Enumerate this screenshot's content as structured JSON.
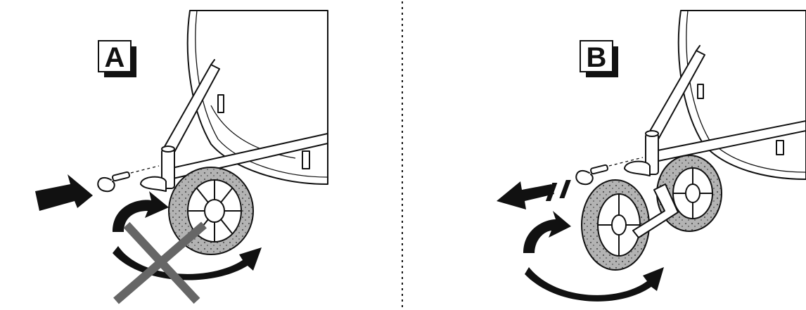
{
  "panels": [
    {
      "label": "A",
      "status": "incorrect"
    },
    {
      "label": "B",
      "status": "correct"
    }
  ],
  "colors": {
    "line": "#111111",
    "background": "#ffffff",
    "wheel_tread": "#9a9a9a",
    "cross_mark": "#666666"
  },
  "icons": [
    "insert-arrow-icon",
    "remove-arrow-icon",
    "rotate-arrow-icon",
    "cross-mark-icon",
    "wheel-icon",
    "pin-icon"
  ]
}
